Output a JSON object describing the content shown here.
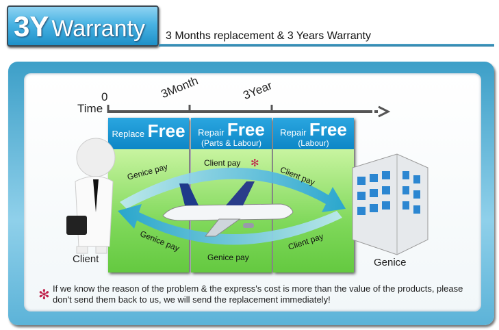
{
  "header": {
    "badge_big": "3Y",
    "badge_small": "Warranty",
    "subtitle": "3 Months replacement & 3 Years Warranty"
  },
  "timeline": {
    "axis_label": "Time",
    "ticks": [
      "0",
      "3Month",
      "3Year"
    ]
  },
  "columns": [
    {
      "word": "Replace",
      "free": "Free",
      "note": ""
    },
    {
      "word": "Repair",
      "free": "Free",
      "note": "(Parts & Labour)"
    },
    {
      "word": "Repair",
      "free": "Free",
      "note": "(Labour)"
    }
  ],
  "flows": {
    "top": [
      "Genice pay",
      "Client pay",
      "Client pay"
    ],
    "bottom": [
      "Genice pay",
      "Genice pay",
      "Client pay"
    ]
  },
  "parties": {
    "client": "Client",
    "company": "Genice"
  },
  "footnote": "If we know the reason of the problem & the express's cost is more than the value of the products, please don't send them back to us, we will send the replacement immediately!",
  "colors": {
    "accent": "#1e90c8",
    "green": "#7fd85a",
    "asterisk": "#c0204a"
  }
}
